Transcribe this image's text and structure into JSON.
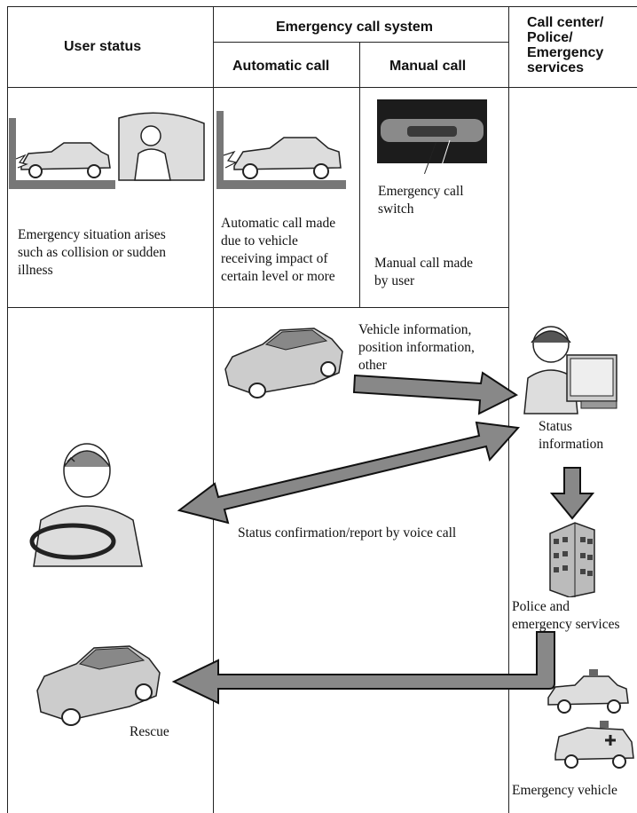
{
  "header": {
    "user_status": "User status",
    "system": "Emergency call system",
    "automatic": "Automatic call",
    "manual": "Manual call",
    "center": "Call center/\nPolice/\nEmergency\nservices"
  },
  "row1": {
    "user_text": "Emergency situation arises\nsuch as collision or sudden\nillness",
    "auto_text": "Automatic call made\ndue to vehicle\nreceiving impact of\ncertain level or more",
    "switch_label": "Emergency call\nswitch",
    "manual_text": "Manual call made\nby user"
  },
  "row2": {
    "vehicle_info": "Vehicle information,\nposition information,\nother",
    "status_info": "Status\ninformation",
    "voice_call": "Status confirmation/report by voice call",
    "police": "Police and\nemergency services",
    "rescue": "Rescue",
    "emergency_vehicle": "Emergency vehicle"
  }
}
